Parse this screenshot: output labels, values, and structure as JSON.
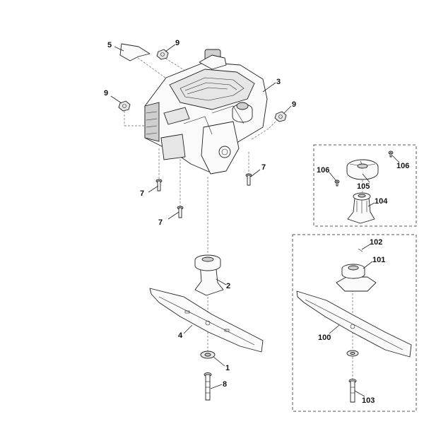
{
  "diagram": {
    "labels": {
      "engine": "3",
      "decal": "5",
      "nut_top": "9",
      "nut_left": "9",
      "nut_right": "9",
      "bolt_left_upper": "7",
      "bolt_left_lower": "7",
      "bolt_right": "7",
      "blade_adapter": "2",
      "blade": "4",
      "washer": "1",
      "blade_bolt": "8",
      "kit_a_fan": "105",
      "kit_a_screw_left": "106",
      "kit_a_screw_right": "106",
      "kit_a_adapter": "104",
      "kit_b_pin": "102",
      "kit_b_adapter": "101",
      "kit_b_blade": "100",
      "kit_b_bolt": "103"
    }
  }
}
